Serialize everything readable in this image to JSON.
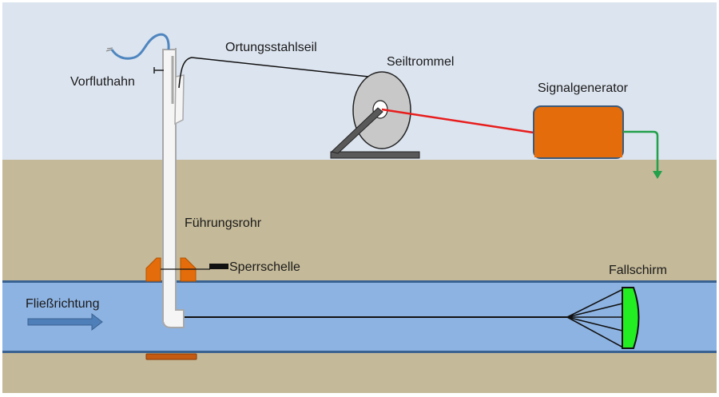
{
  "labels": {
    "vorfluthahn": "Vorfluthahn",
    "ortungsstahlseil": "Ortungsstahlseil",
    "seiltrommel": "Seiltrommel",
    "signalgenerator": "Signalgenerator",
    "fuehrungsrohr": "Führungsrohr",
    "sperrschelle": "Sperrschelle",
    "fallschirm": "Fallschirm",
    "fliessrichtung": "Fließrichtung"
  },
  "colors": {
    "sky": "#dce4ef",
    "ground": "#c4b998",
    "pipe": "#8db3e2",
    "pipe_wall": "#3a6291",
    "generator": "#e46c0a",
    "parachute": "#22ee22",
    "signal_line": "#e81c1c",
    "ground_wire": "#22a04a",
    "clamp": "#e46c0a"
  }
}
